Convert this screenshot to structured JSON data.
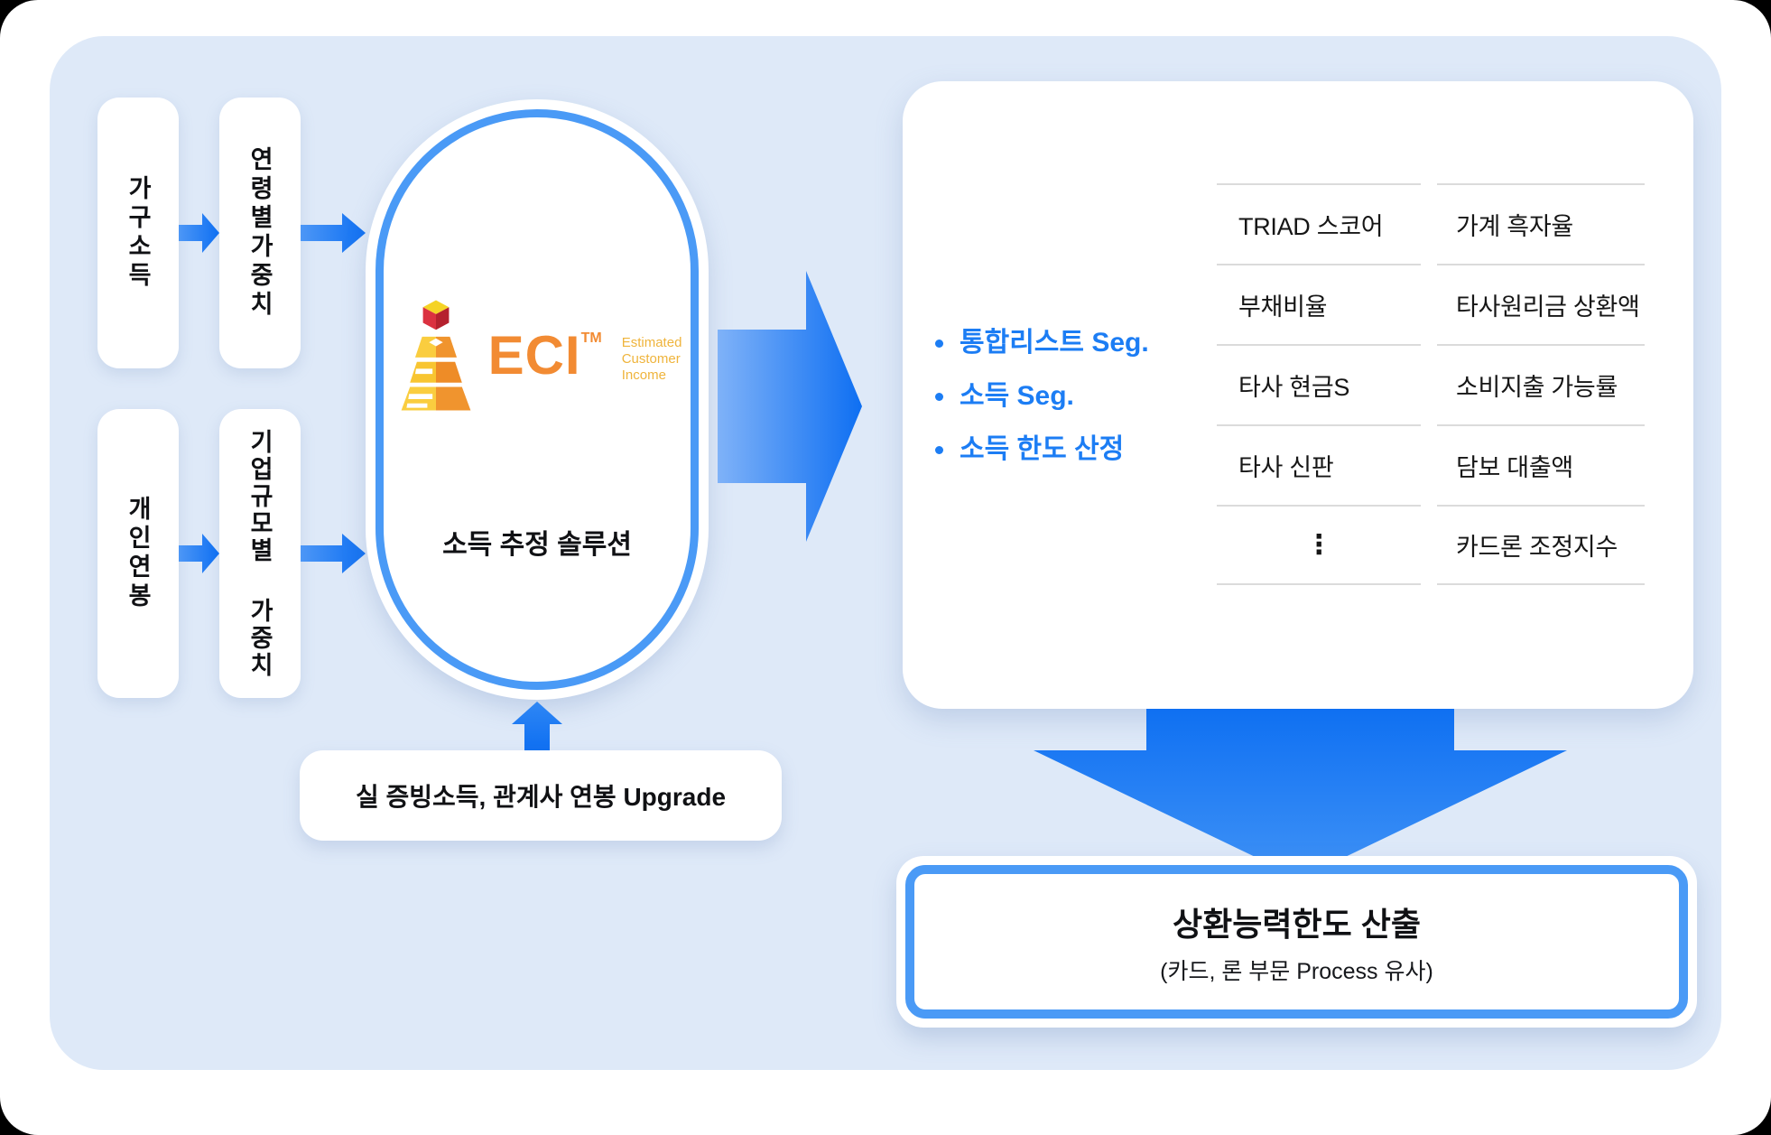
{
  "theme": {
    "canvas_bg": "#DEE9F8",
    "arrow_blue": "#0E6FF2",
    "ring_blue": "#4A9AF6",
    "accent_text_blue": "#1C7DF4",
    "logo_orange": "#F28B33",
    "logo_gold": "#EFB43C",
    "text_black": "#101114"
  },
  "inputs": {
    "household_income": "가구소득",
    "age_weight": "연령별가중치",
    "personal_salary": "개인연봉",
    "company_size_weight": "기업규모별 가중치"
  },
  "solution": {
    "logo_text": "ECI",
    "logo_tm": "TM",
    "tagline_line1": "Estimated",
    "tagline_line2": "Customer",
    "tagline_line3": "Income",
    "label": "소득 추정 솔루션"
  },
  "upgrade_note": "실 증빙소득, 관계사 연봉 Upgrade",
  "output_panel": {
    "bullets": [
      {
        "label": "통합리스트 Seg."
      },
      {
        "label": "소득 Seg."
      },
      {
        "label": "소득 한도 산정"
      }
    ],
    "factors_col1": [
      "TRIAD 스코어",
      "부채비율",
      "타사 현금S",
      "타사 신판",
      "⋮"
    ],
    "factors_col2": [
      "가계 흑자율",
      "타사원리금 상환액",
      "소비지출 가능률",
      "담보 대출액",
      "카드론 조정지수"
    ]
  },
  "result": {
    "title": "상환능력한도 산출",
    "subtitle": "(카드, 론 부문 Process 유사)"
  }
}
